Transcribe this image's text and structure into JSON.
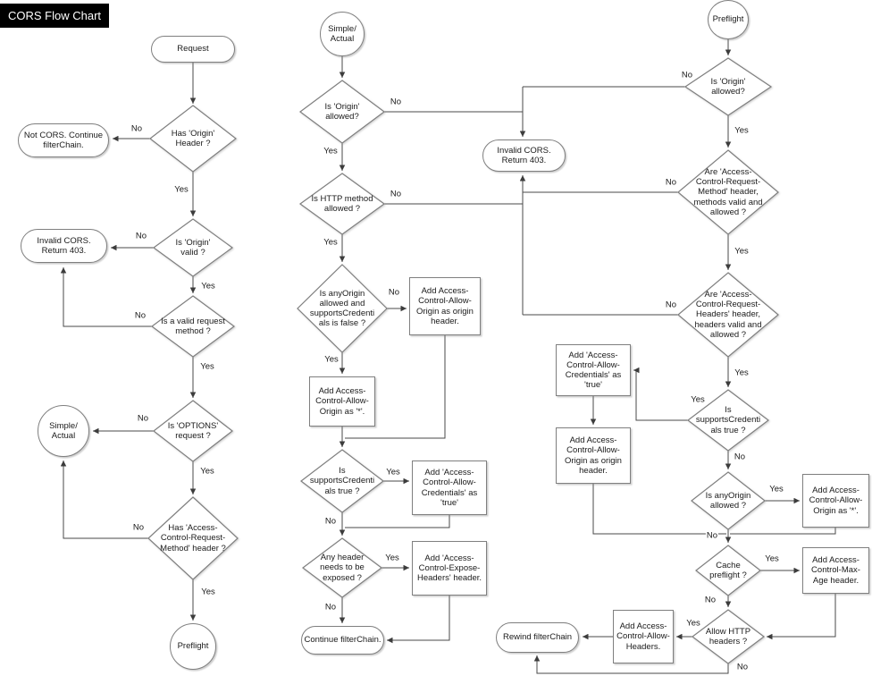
{
  "title": "CORS Flow Chart",
  "labels": {
    "yes": "Yes",
    "no": "No"
  },
  "nodes": {
    "request": "Request",
    "has_origin_header": "Has 'Origin' Header ?",
    "not_cors": "Not CORS. Continue filterChain.",
    "is_origin_valid": "Is 'Origin' valid ?",
    "invalid_cors_left": "Invalid CORS. Return 403.",
    "is_valid_request_method": "Is a valid request method ?",
    "simple_actual_left": "Simple/ Actual",
    "is_options_request": "Is 'OPTIONS' request ?",
    "has_acrm_header": "Has 'Access-Control-Request-Method' header ?",
    "preflight_left": "Preflight",
    "simple_actual_mid": "Simple/ Actual",
    "is_origin_allowed_simple": "Is 'Origin' allowed?",
    "is_http_method_allowed": "Is HTTP method allowed ?",
    "is_anyorigin_supportscred_false": "Is anyOrigin allowed and supportsCredentials is false ?",
    "add_acao_origin_simple": "Add Access-Control-Allow-Origin as origin header.",
    "add_acao_star_simple": "Add Access-Control-Allow-Origin as '*'.",
    "is_supportscred_true_simple": "Is supportsCredentials true ?",
    "add_acac_true_simple": "Add 'Access-Control-Allow-Credentials' as 'true'",
    "any_header_exposed": "Any header needs to be exposed ?",
    "add_expose_headers": "Add 'Access-Control-Expose-Headers' header.",
    "continue_filterchain": "Continue filterChain.",
    "invalid_cors_mid": "Invalid CORS. Return 403.",
    "preflight_top": "Preflight",
    "is_origin_allowed_preflight": "Is 'Origin' allowed?",
    "are_acrm_valid": "Are 'Access-Control-Request-Method' header, methods valid and allowed ?",
    "are_acrh_valid": "Are 'Access-Control-Request-Headers' header, headers valid and allowed ?",
    "is_supportscred_true_preflight": "Is supportsCredentials true ?",
    "add_acac_true_preflight": "Add 'Access-Control-Allow-Credentials' as 'true'",
    "add_acao_origin_preflight": "Add Access-Control-Allow-Origin as origin header.",
    "is_anyorigin_allowed_preflight": "Is anyOrigin allowed ?",
    "add_acao_star_preflight": "Add Access-Control-Allow-Origin as '*'.",
    "cache_preflight": "Cache preflight ?",
    "add_max_age": "Add Access-Control-Max-Age header.",
    "allow_http_headers": "Allow HTTP headers ?",
    "add_allow_headers": "Add Access-Control-Allow-Headers.",
    "rewind_filterchain": "Rewind filterChain"
  },
  "colors": {
    "node_border": "#7f7f7f",
    "edge": "#4a4a4a",
    "title_bg": "#000000",
    "title_fg": "#ffffff"
  }
}
